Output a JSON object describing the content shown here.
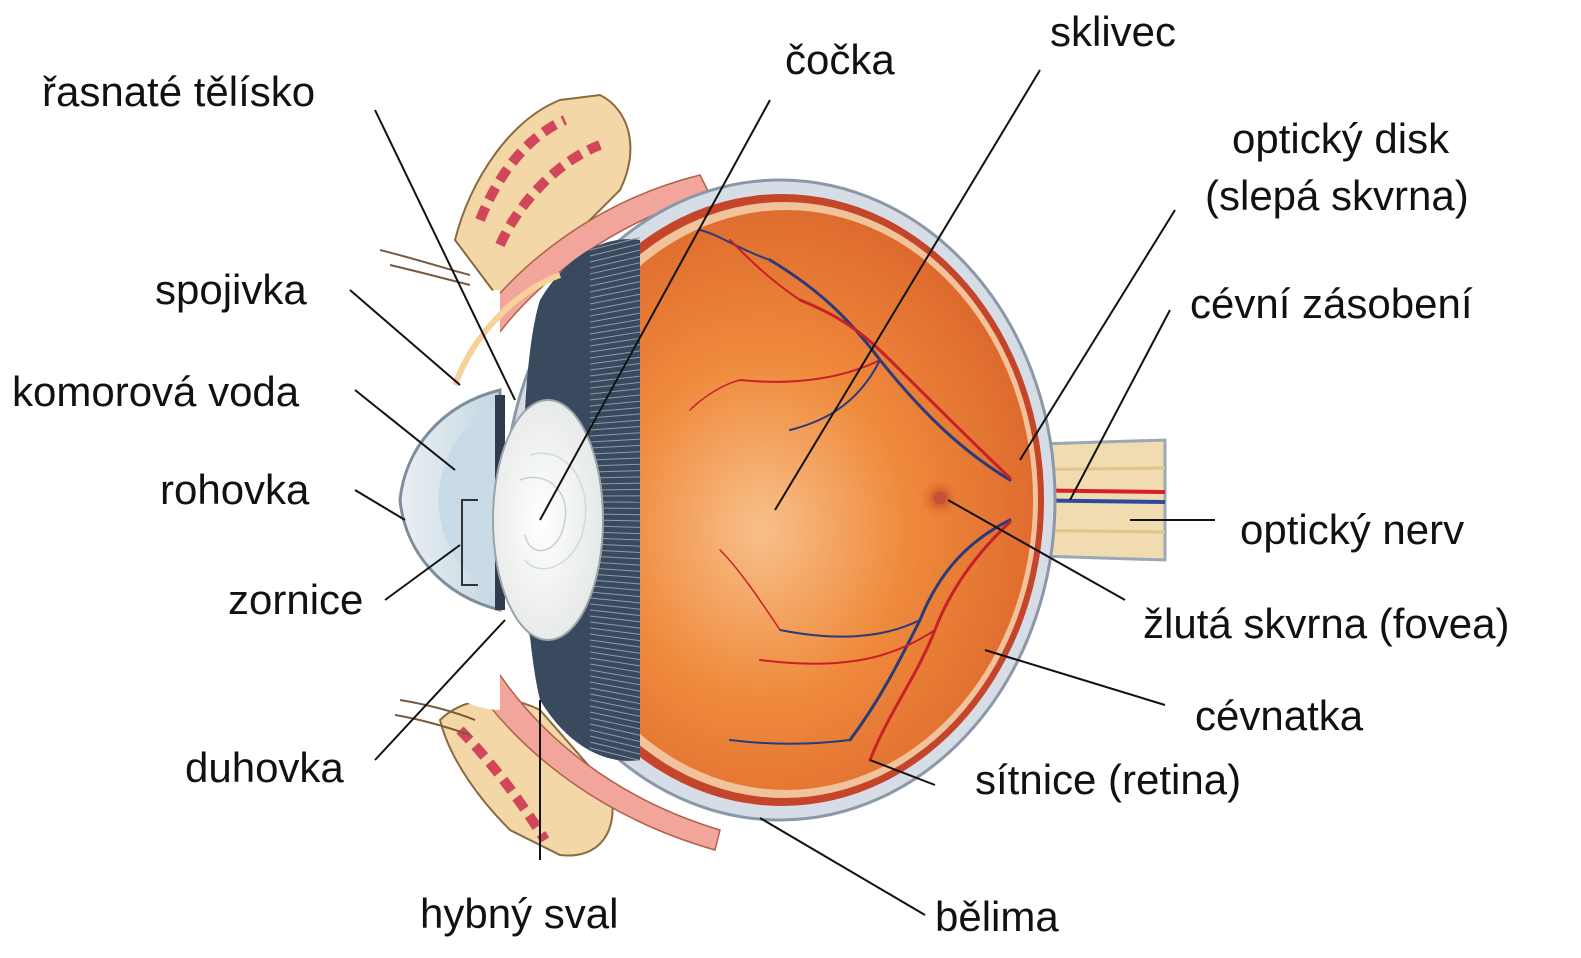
{
  "diagram": {
    "subject": "eye-cross-section",
    "colors": {
      "vitreous": "#e8742a",
      "vitreous_light": "#f6b27a",
      "sclera": "#d6dde6",
      "choroid": "#c4452a",
      "retina": "#f1c39a",
      "lens": "#f4f5f2",
      "ciliary": "#3a4a5e",
      "cornea": "#dfe9ef",
      "aqueous": "#c9dbe6",
      "nerve": "#f0dcb0",
      "artery": "#d8202a",
      "vein": "#2b4aa0",
      "muscle": "#f2a59a",
      "leader_line": "#111111"
    },
    "labels": {
      "sklivec": "sklivec",
      "cocka": "čočka",
      "rasnate_telisko": "řasnaté tělísko",
      "opticky_disk_line1": "optický disk",
      "opticky_disk_line2": "(slepá skvrna)",
      "spojivka": "spojivka",
      "cevni_zasobeni": "cévní zásobení",
      "komorova_voda": "komorová voda",
      "rohovka": "rohovka",
      "opticky_nerv": "optický nerv",
      "zornice": "zornice",
      "zluta_skvrna": "žlutá skvrna (fovea)",
      "cevnatka": "cévnatka",
      "duhovka": "duhovka",
      "sitnice": "sítnice (retina)",
      "hybny_sval": "hybný sval",
      "belima": "bělima"
    }
  }
}
